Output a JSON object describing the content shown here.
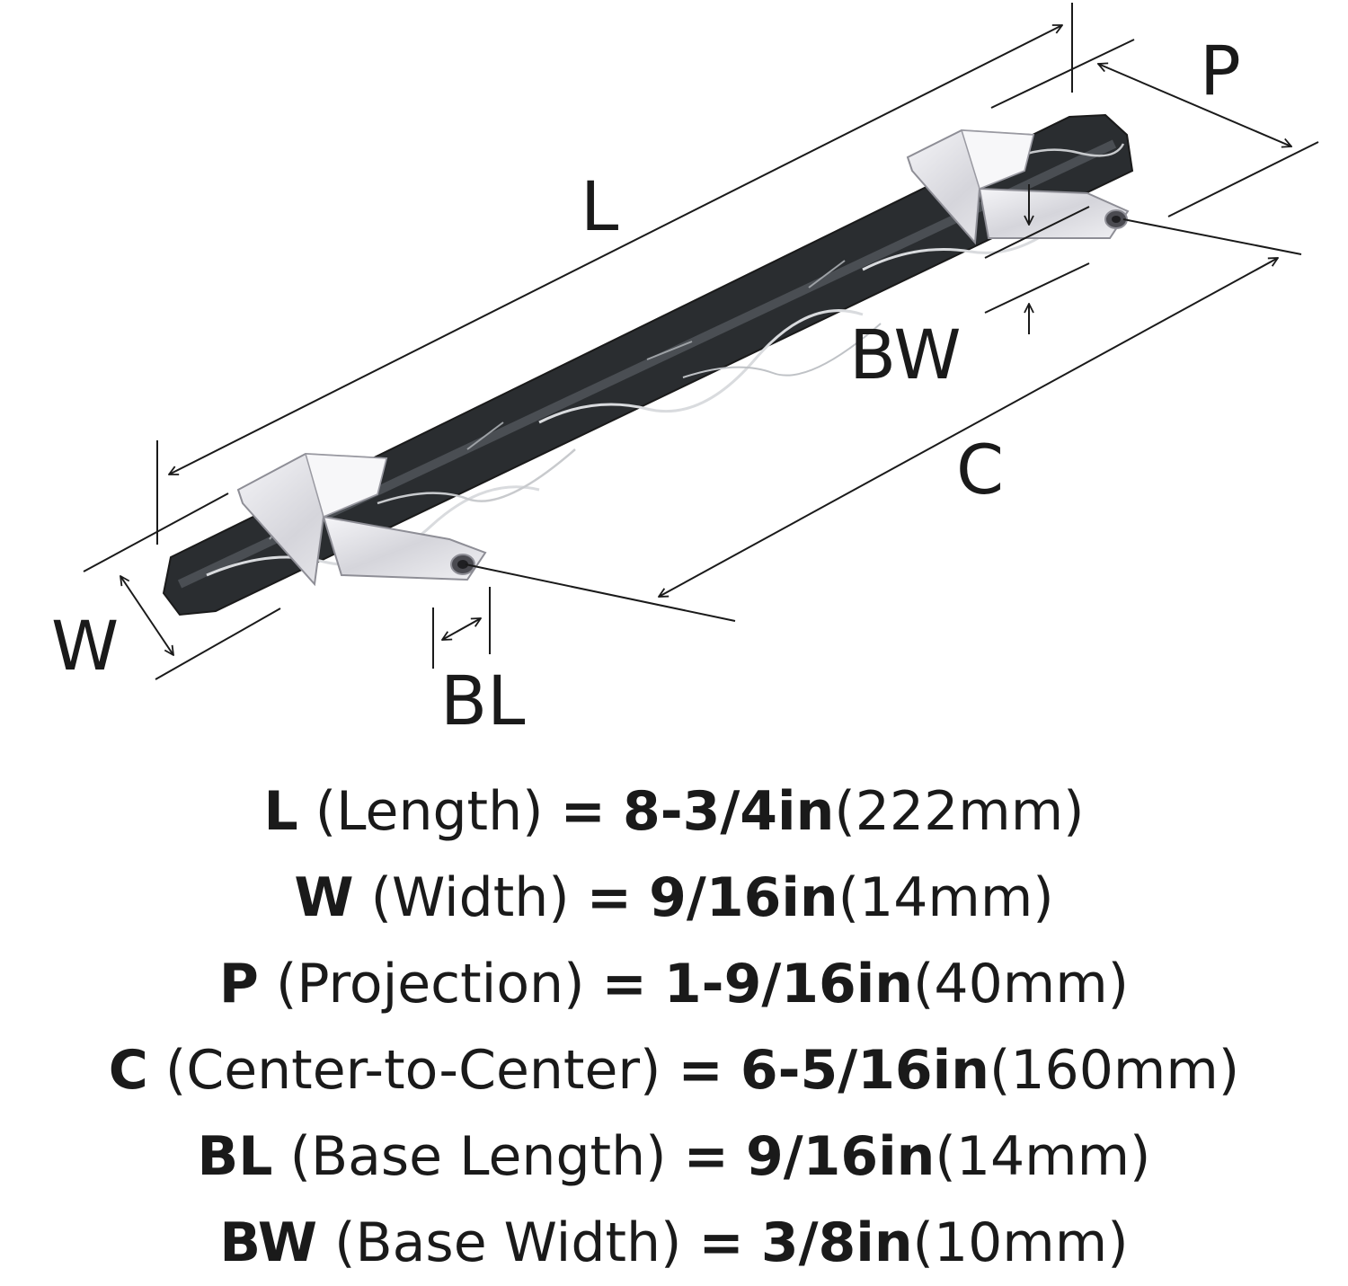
{
  "labels": {
    "L": "L",
    "P": "P",
    "BW": "BW",
    "C": "C",
    "W": "W",
    "BL": "BL"
  },
  "specs": [
    {
      "code": "L",
      "name": "(Length)",
      "eq": "=",
      "imperial": "8-3/4in",
      "metric": "(222mm)"
    },
    {
      "code": "W",
      "name": "(Width)",
      "eq": "=",
      "imperial": "9/16in",
      "metric": "(14mm)"
    },
    {
      "code": "P",
      "name": "(Projection)",
      "eq": "=",
      "imperial": "1-9/16in",
      "metric": "(40mm)"
    },
    {
      "code": "C",
      "name": "(Center-to-Center)",
      "eq": "=",
      "imperial": "6-5/16in",
      "metric": "(160mm)"
    },
    {
      "code": "BL",
      "name": "(Base Length)",
      "eq": "=",
      "imperial": "9/16in",
      "metric": "(14mm)"
    },
    {
      "code": "BW",
      "name": "(Base Width)",
      "eq": "=",
      "imperial": "3/8in",
      "metric": "(10mm)"
    }
  ],
  "colors": {
    "line": "#1a1a1a",
    "marble": "#2a2d30",
    "marble_vein": "#d9dbde",
    "nickel": "#e6e6ea",
    "nickel_shadow": "#a9a9b0"
  }
}
